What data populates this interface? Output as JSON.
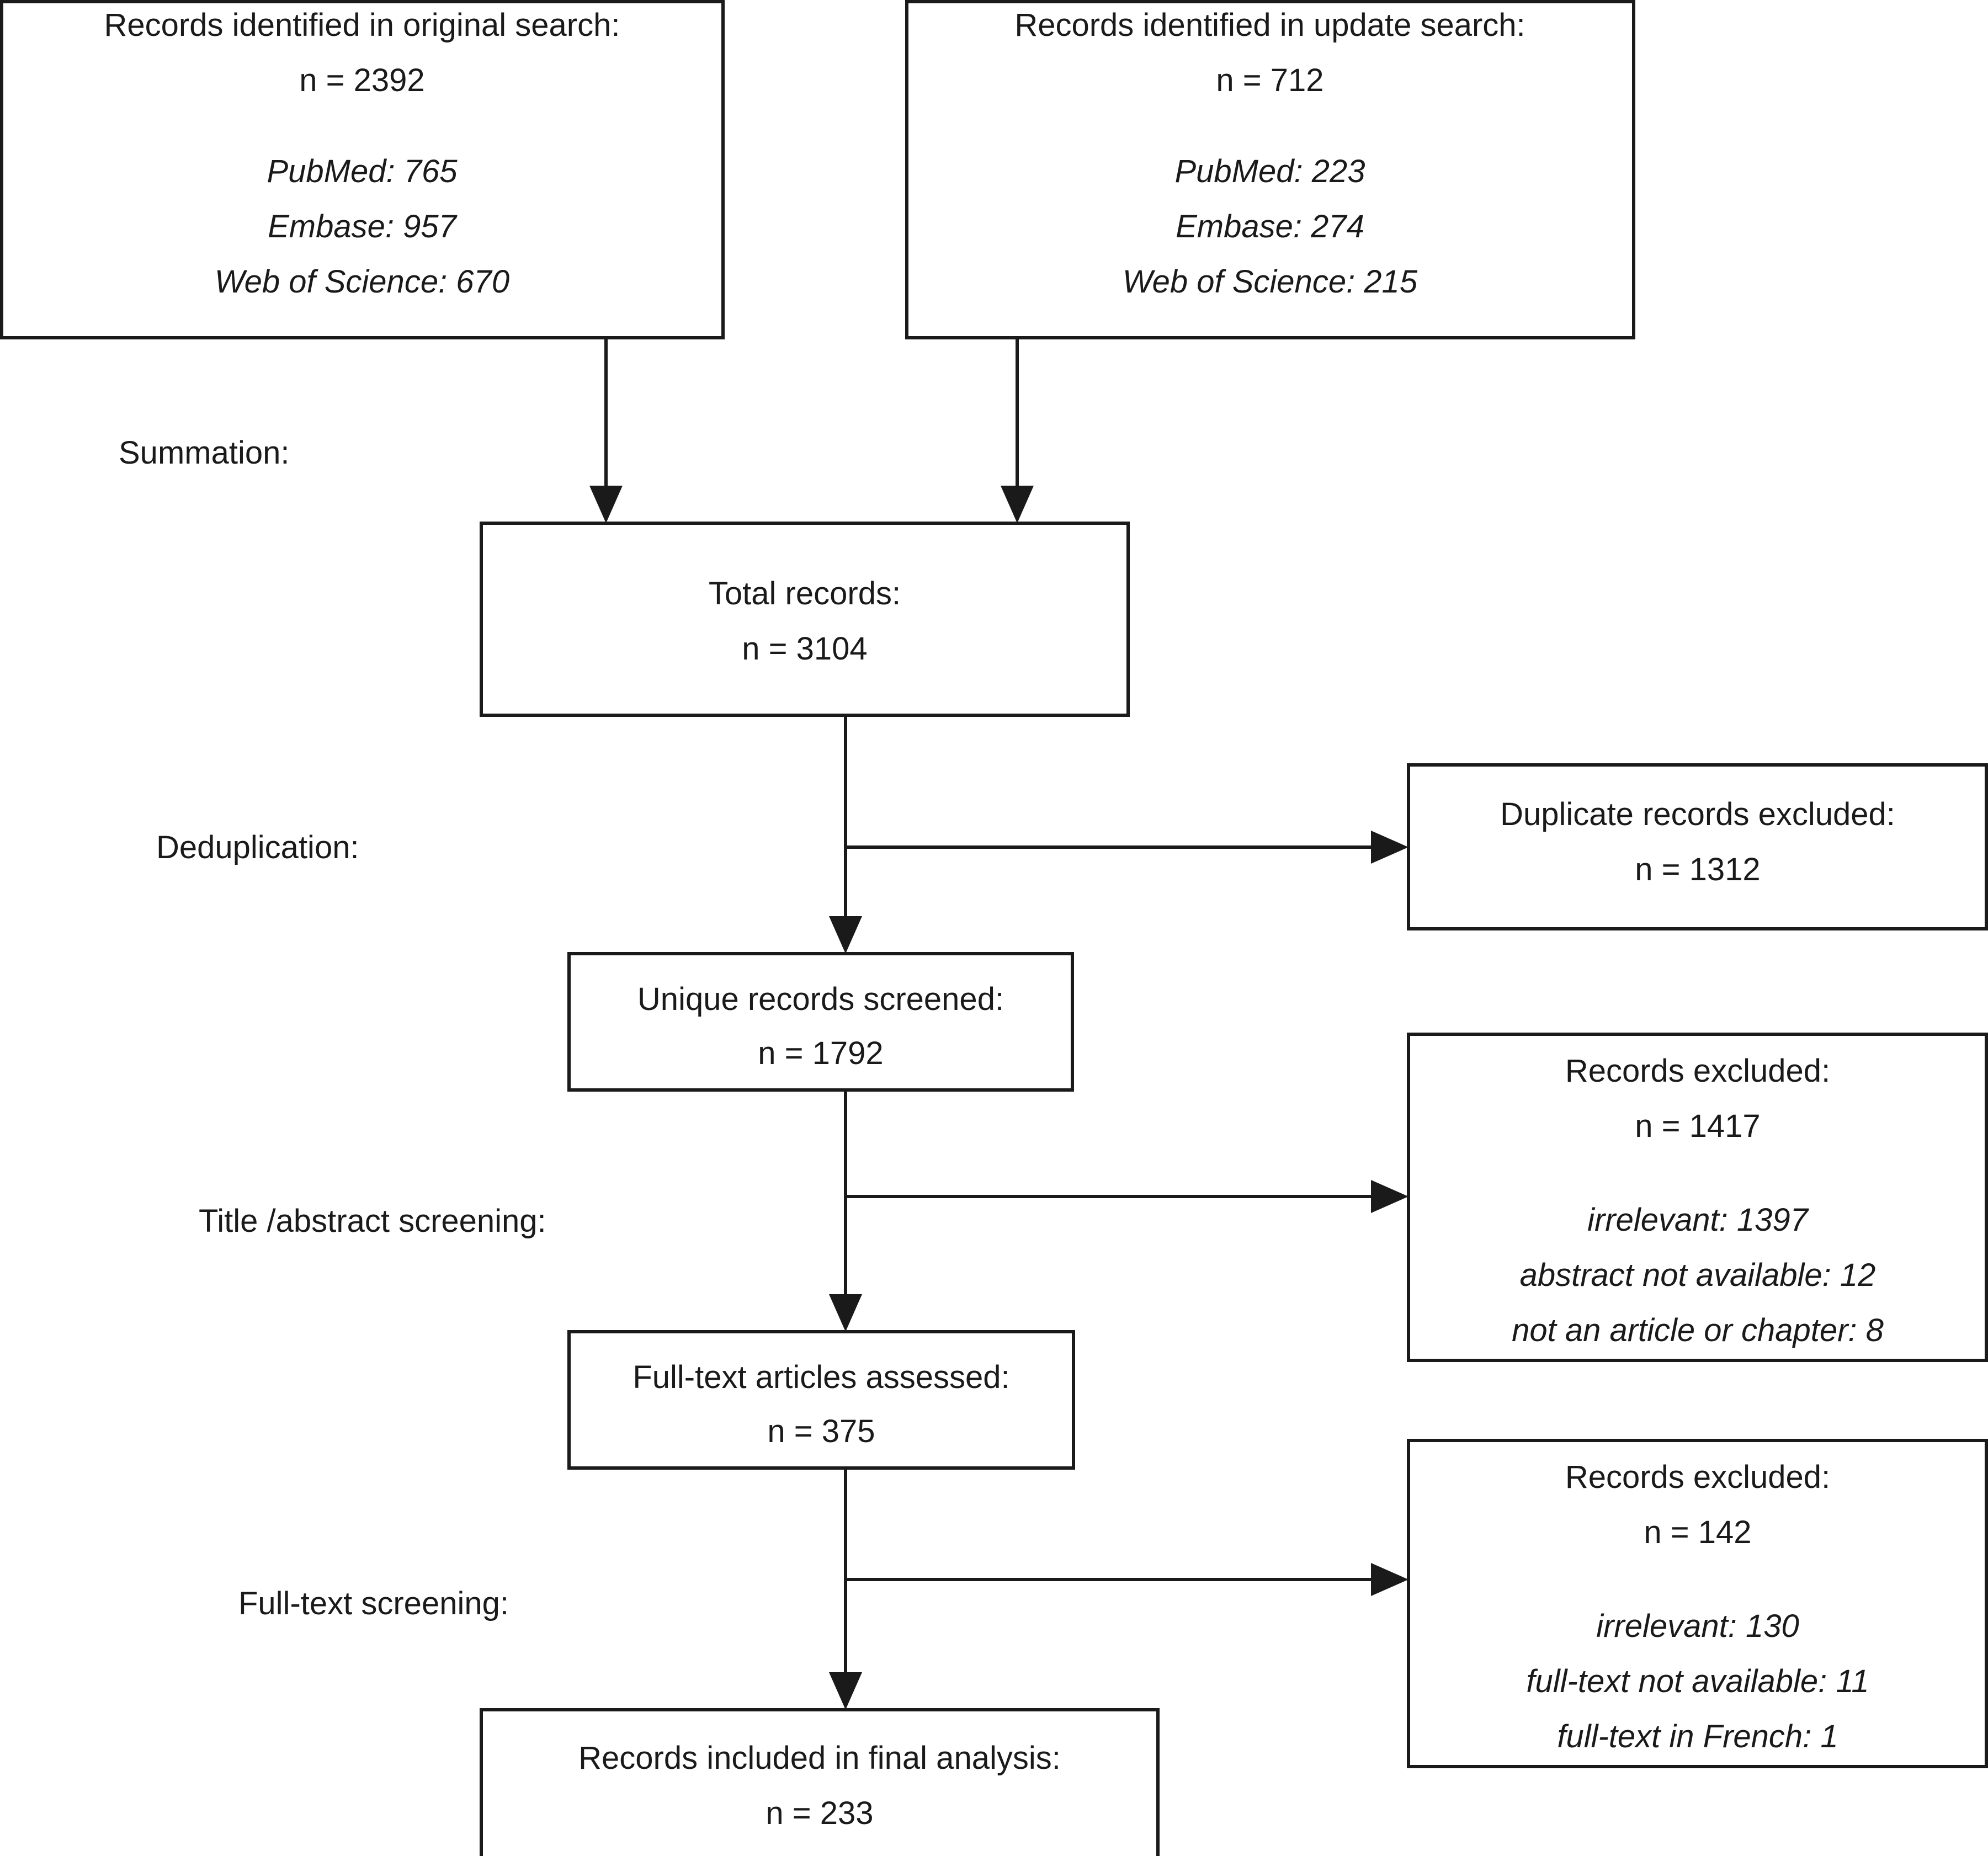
{
  "diagram": {
    "type": "prisma-flow-diagram",
    "stage_labels": [
      {
        "id": "summation",
        "text": "Summation:"
      },
      {
        "id": "deduplication",
        "text": "Deduplication:"
      },
      {
        "id": "title-abstract-screening",
        "text": "Title /abstract screening:"
      },
      {
        "id": "full-text-screening",
        "text": "Full-text screening:"
      }
    ],
    "boxes": {
      "original_search": {
        "title": "Records identified in original search:",
        "count": "n = 2392",
        "sources": [
          {
            "label": "PubMed:",
            "value": "765"
          },
          {
            "label": "Embase:",
            "value": "957"
          },
          {
            "label": "Web of Science:",
            "value": "670"
          }
        ]
      },
      "update_search": {
        "title": "Records identified in update search:",
        "count": "n = 712",
        "sources": [
          {
            "label": "PubMed:",
            "value": "223"
          },
          {
            "label": "Embase:",
            "value": "274"
          },
          {
            "label": "Web of Science:",
            "value": "215"
          }
        ]
      },
      "total_records": {
        "title": "Total records:",
        "count": "n = 3104"
      },
      "duplicates_excluded": {
        "title": "Duplicate records excluded:",
        "count": "n = 1312"
      },
      "unique_screened": {
        "title": "Unique records screened:",
        "count": "n = 1792"
      },
      "excluded_title_abstract": {
        "title": "Records excluded:",
        "count": "n = 1417",
        "reasons": [
          {
            "label": "irrelevant:",
            "value": "1397"
          },
          {
            "label": "abstract not available:",
            "value": "12"
          },
          {
            "label": "not an article or chapter:",
            "value": "8"
          }
        ]
      },
      "fulltext_assessed": {
        "title": "Full-text articles assessed:",
        "count": "n = 375"
      },
      "excluded_fulltext": {
        "title": "Records excluded:",
        "count": "n = 142",
        "reasons": [
          {
            "label": "irrelevant:",
            "value": "130"
          },
          {
            "label": "full-text not available:",
            "value": "11"
          },
          {
            "label": "full-text in French:",
            "value": "1"
          }
        ]
      },
      "included_final": {
        "title": "Records included in final analysis:",
        "count": "n = 233"
      }
    },
    "colors": {
      "ink": "#1a1a1a",
      "background": "#ffffff"
    }
  }
}
